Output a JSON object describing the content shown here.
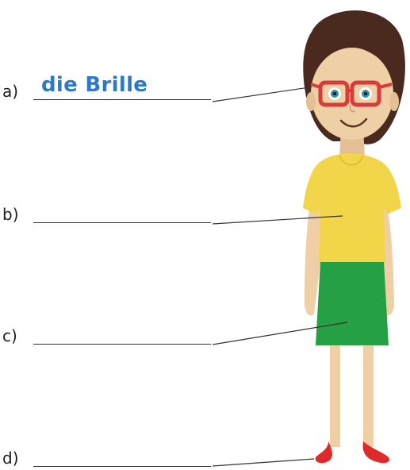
{
  "worksheet": {
    "items": [
      {
        "letter": "a)",
        "answer": "die Brille",
        "target": "glasses"
      },
      {
        "letter": "b)",
        "answer": "",
        "target": "t-shirt"
      },
      {
        "letter": "c)",
        "answer": "",
        "target": "skirt"
      },
      {
        "letter": "d)",
        "answer": "",
        "target": "shoes"
      }
    ]
  },
  "colors": {
    "answer_text": "#2b78cf",
    "shirt": "#f3d54a",
    "skirt": "#26a044",
    "glasses": "#d93a3a",
    "shoes": "#e02a2a",
    "hair": "#4a2a1e",
    "skin": "#efcfa6",
    "line": "#333333"
  },
  "icons": {
    "figure": "woman-illustration-icon"
  }
}
